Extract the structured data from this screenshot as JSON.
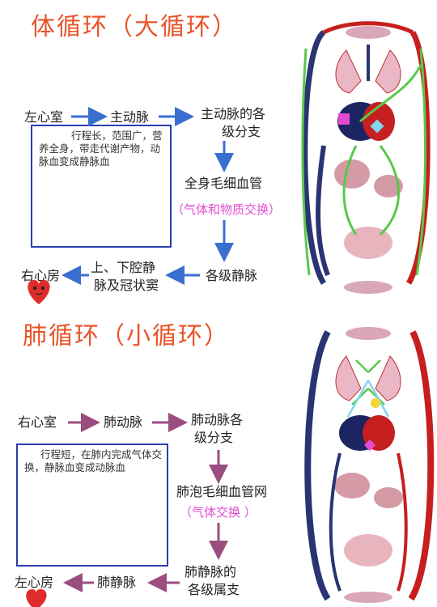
{
  "systemic": {
    "title": "体循环（大循环）",
    "left_ventricle": "左心室",
    "aorta": "主动脉",
    "aorta_branches_line1": "主动脉的各",
    "aorta_branches_line2": "级分支",
    "capillaries": "全身毛细血管",
    "exchange": "（气体和物质交换）",
    "veins": "各级静脉",
    "vena_cava_line1": "上、下腔静",
    "vena_cava_line2": "脉及冠状窦",
    "right_atrium": "右心房",
    "note": "行程长，范围广，营养全身，带走代谢产物，动脉血变成静脉血",
    "colors": {
      "arrow": "#3a6fd0",
      "box": "#2b3db0",
      "title": "#e8542a",
      "highlight": "#e24bd0"
    }
  },
  "pulmonary": {
    "title": "肺循环（小循环）",
    "right_ventricle": "右心室",
    "pulmonary_artery": "肺动脉",
    "artery_branches_line1": "肺动脉各",
    "artery_branches_line2": "级分支",
    "alveolar_capillaries": "肺泡毛细血管网",
    "exchange": "（气体交换 ）",
    "vein_branches_line1": "肺静脉的",
    "vein_branches_line2": "各级属支",
    "pulmonary_vein": "肺静脉",
    "left_atrium": "左心房",
    "note": "行程短，在肺内完成气体交换，静脉血变成动脉血",
    "colors": {
      "arrow": "#9a4d7f",
      "box": "#2b3db0"
    }
  }
}
